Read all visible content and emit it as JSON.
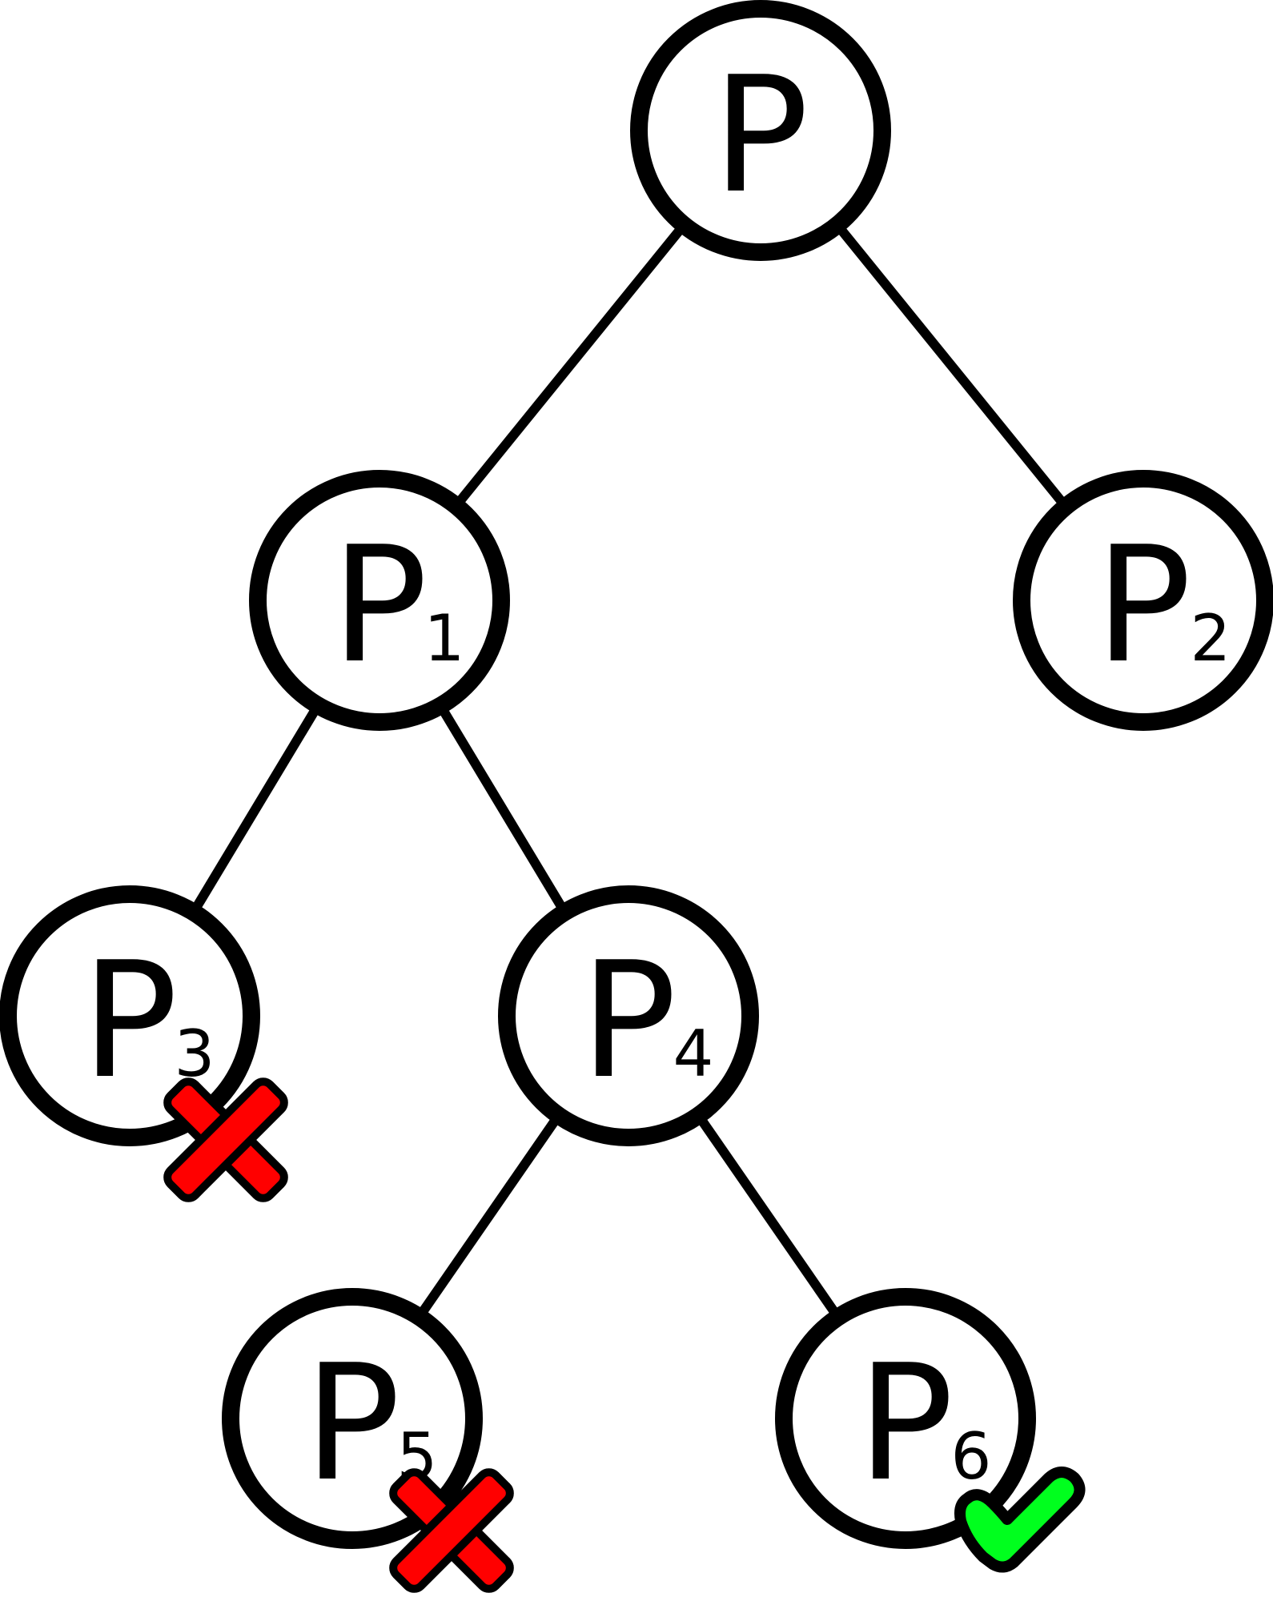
{
  "tree": {
    "nodes": [
      {
        "id": "root",
        "letter": "P",
        "sub": ""
      },
      {
        "id": "p1",
        "letter": "P",
        "sub": "1"
      },
      {
        "id": "p2",
        "letter": "P",
        "sub": "2"
      },
      {
        "id": "p3",
        "letter": "P",
        "sub": "3",
        "mark": "cross-icon"
      },
      {
        "id": "p4",
        "letter": "P",
        "sub": "4"
      },
      {
        "id": "p5",
        "letter": "P",
        "sub": "5",
        "mark": "cross-icon"
      },
      {
        "id": "p6",
        "letter": "P",
        "sub": "6",
        "mark": "check-icon"
      }
    ],
    "edges": [
      [
        "root",
        "p1"
      ],
      [
        "root",
        "p2"
      ],
      [
        "p1",
        "p3"
      ],
      [
        "p1",
        "p4"
      ],
      [
        "p4",
        "p5"
      ],
      [
        "p4",
        "p6"
      ]
    ],
    "colors": {
      "stroke": "#000000",
      "fill": "#ffffff",
      "cross": "#ff0000",
      "check": "#00ff1e"
    }
  }
}
